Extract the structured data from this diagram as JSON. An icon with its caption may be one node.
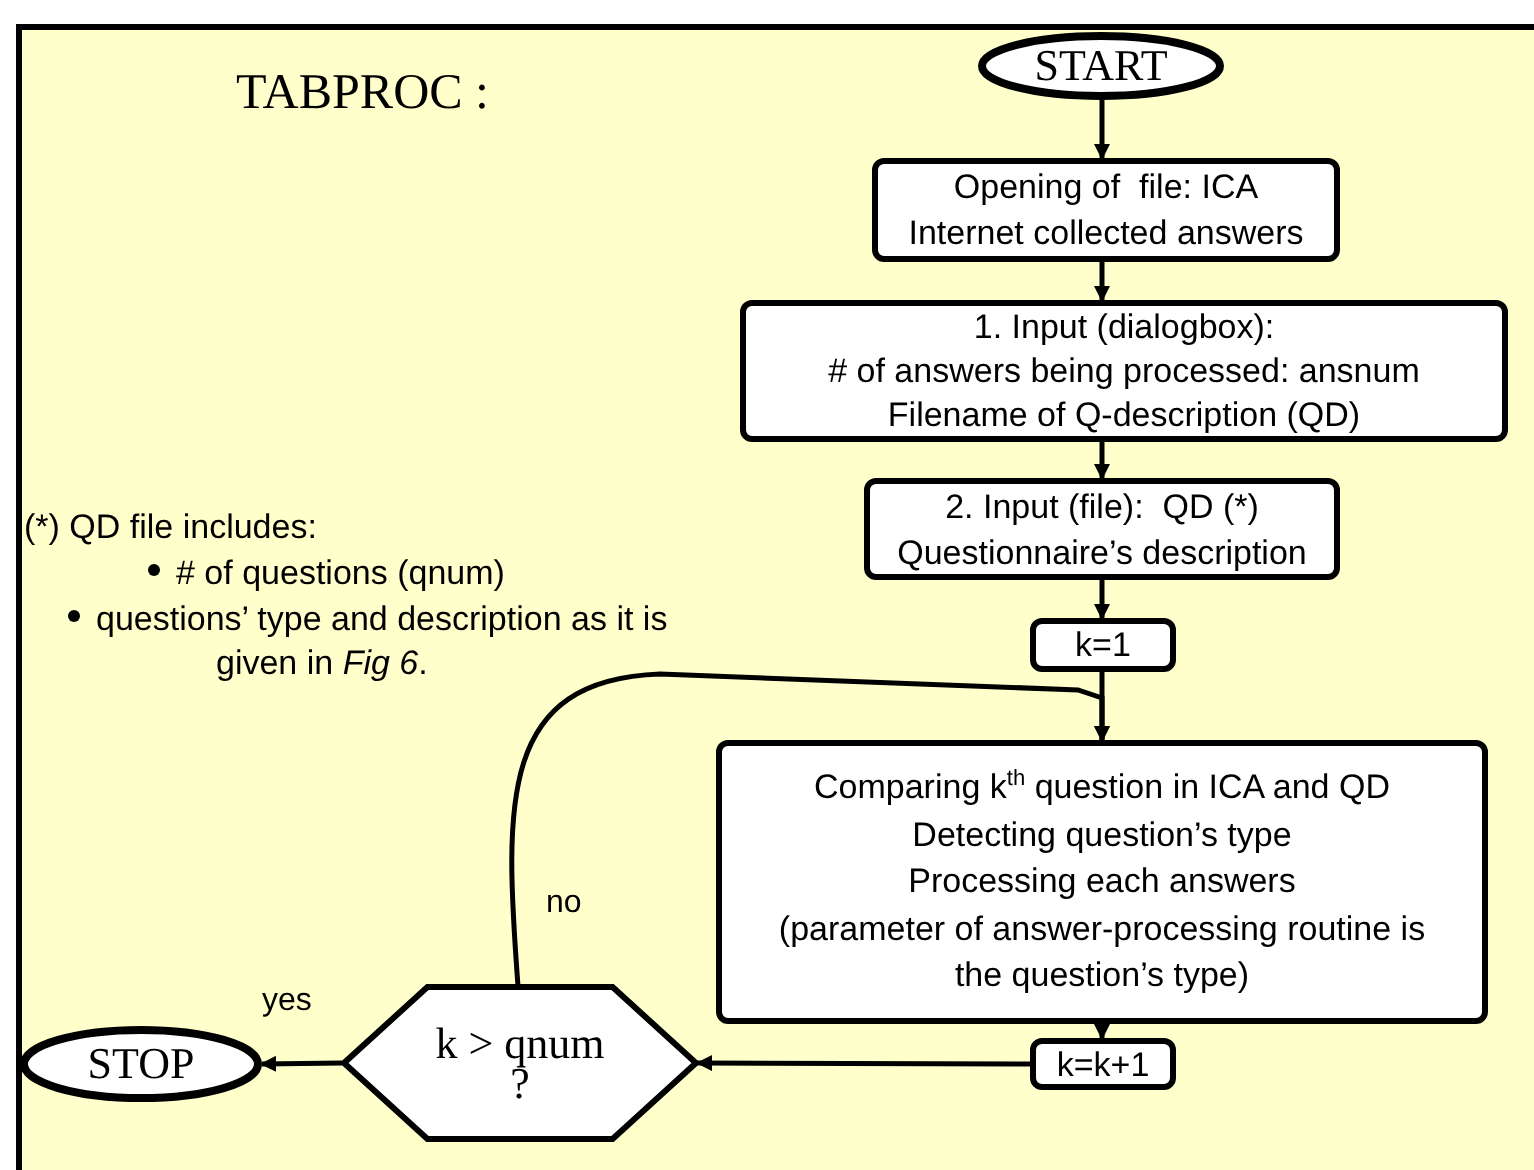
{
  "diagram": {
    "title": "TABPROC :",
    "nodes": [
      {
        "text": [
          "START"
        ]
      },
      {
        "text": [
          "Opening of  file: ICA",
          "Internet collected answers"
        ]
      },
      {
        "text": [
          "1. Input (dialogbox):",
          "# of answers being processed: ansnum",
          "Filename of Q-description (QD)"
        ]
      },
      {
        "text": [
          "2. Input (file):  QD (*)",
          "Questionnaire’s description"
        ]
      },
      {
        "text": [
          "k=1"
        ]
      },
      {
        "text": [
          "Comparing k$^{th}$ question in ICA and QD",
          "Detecting question’s type",
          "Processing each answers",
          "(parameter of answer-processing routine is the question’s type)"
        ]
      },
      {
        "text": [
          "k=k+1"
        ]
      },
      {
        "text": [
          "k > qnum ?"
        ]
      },
      {
        "text": [
          "STOP"
        ]
      }
    ],
    "edges": [
      {
        "from": 0,
        "to": 1,
        "arrow": "to"
      },
      {
        "from": 1,
        "to": 2,
        "arrow": "to"
      },
      {
        "from": 2,
        "to": 3,
        "arrow": "to"
      },
      {
        "from": 3,
        "to": 4,
        "arrow": "to"
      },
      {
        "from": 4,
        "to": 5,
        "arrow": "to"
      },
      {
        "from": 5,
        "to": 6,
        "arrow": "to"
      },
      {
        "from": 6,
        "to": 7,
        "arrow": "to"
      },
      {
        "from": 7,
        "to": 8,
        "arrow": "to",
        "label": "yes"
      },
      {
        "from": 7,
        "to": 5,
        "arrow": "to",
        "label": "no"
      }
    ],
    "labels": [
      "(*) QD file includes:",
      "# of questions (qnum)",
      "questions’ type and description as it is given in *Fig 6*."
    ]
  }
}
